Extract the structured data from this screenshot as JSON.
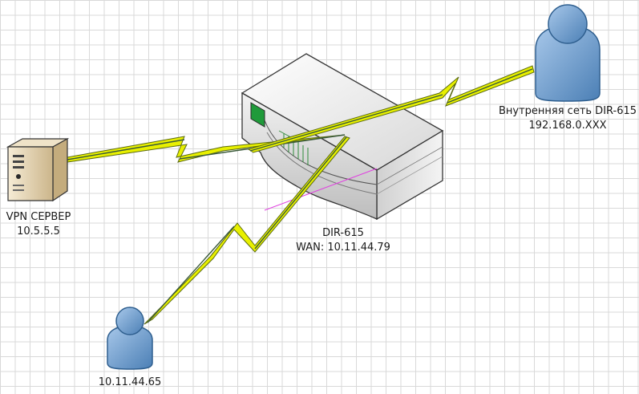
{
  "nodes": {
    "vpn_server": {
      "name": "VPN СЕРВЕР",
      "address": "10.5.5.5",
      "icon": "server-icon"
    },
    "router": {
      "name": "DIR-615",
      "address": "WAN: 10.11.44.79",
      "icon": "router-icon"
    },
    "internal_net": {
      "name": "Внутренняя сеть DIR-615",
      "address": "192.168.0.XXX",
      "icon": "user-icon"
    },
    "remote_user": {
      "address": "10.11.44.65",
      "icon": "user-icon"
    }
  },
  "colors": {
    "lightning_fill": "#e8f000",
    "lightning_stroke": "#5a6a10",
    "user_body": "#6f9fce",
    "user_stroke": "#2f5f8f",
    "router_body": "#e6e6e6",
    "router_led": "#1f9a3a",
    "magenta_line": "#e040e0"
  }
}
